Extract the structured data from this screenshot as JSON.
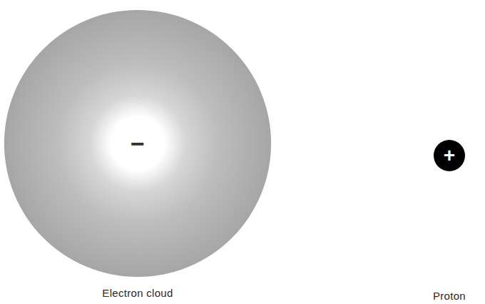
{
  "diagram": {
    "nodes": [
      {
        "text": [
          "−",
          "Electron cloud"
        ]
      },
      {
        "text": [
          "+",
          "Proton"
        ]
      }
    ]
  }
}
